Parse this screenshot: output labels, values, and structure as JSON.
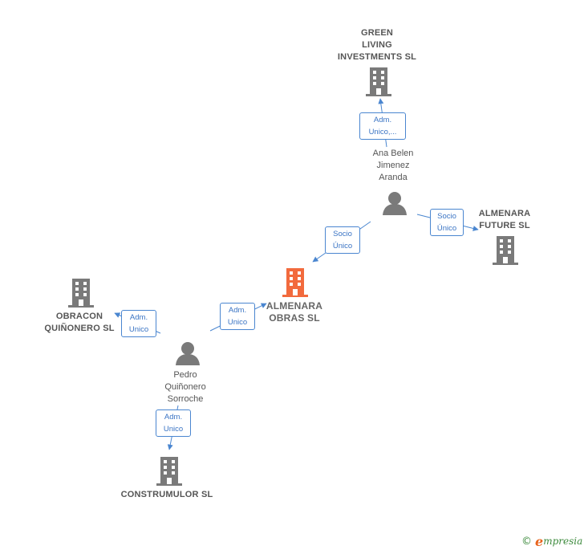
{
  "nodes": {
    "green_living": {
      "label": "GREEN\nLIVING\nINVESTMENTS SL"
    },
    "ana_belen": {
      "label": "Ana Belen\nJimenez\nAranda"
    },
    "almenara_future": {
      "label": "ALMENARA\nFUTURE  SL"
    },
    "almenara_obras": {
      "label": "ALMENARA\nOBRAS  SL"
    },
    "obracon": {
      "label": "OBRACON\nQUIÑONERO SL"
    },
    "pedro": {
      "label": "Pedro\nQuiñonero\nSorroche"
    },
    "construmulor": {
      "label": "CONSTRUMULOR SL"
    }
  },
  "edges": {
    "ana_to_green": {
      "label": "Adm.\nUnico,..."
    },
    "ana_to_future": {
      "label": "Socio\nÚnico"
    },
    "ana_to_obras": {
      "label": "Socio\nÚnico"
    },
    "pedro_to_obras": {
      "label": "Adm.\nUnico"
    },
    "pedro_to_obracon": {
      "label": "Adm.\nUnico"
    },
    "pedro_to_construmulor": {
      "label": "Adm.\nUnico"
    }
  },
  "colors": {
    "node_gray": "#7a7a7a",
    "focus_orange": "#f26a3d",
    "edge_blue": "#4a86d0"
  },
  "footer": {
    "copyright": "©",
    "brand_initial": "e",
    "brand_rest": "mpresia"
  }
}
